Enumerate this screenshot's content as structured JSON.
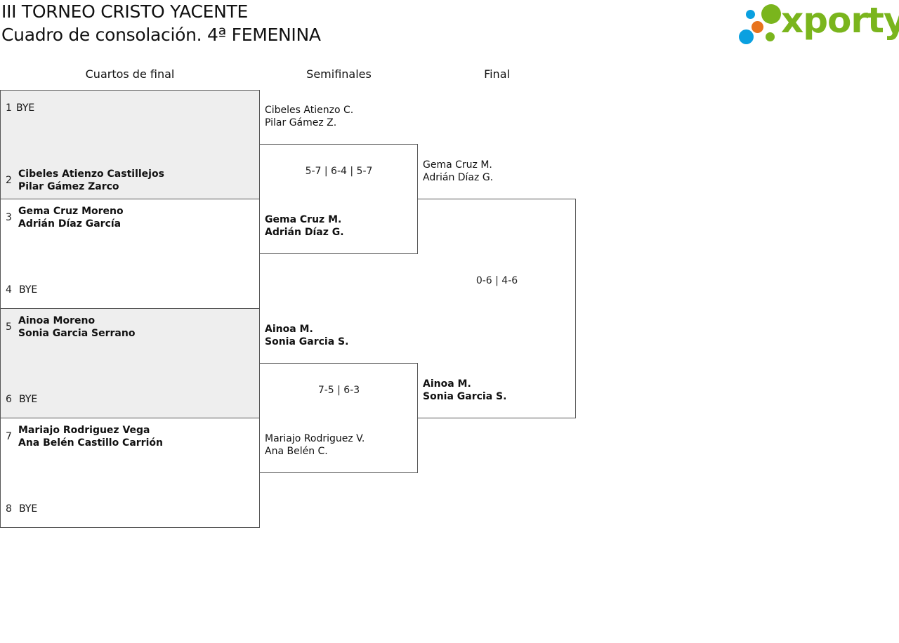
{
  "header": {
    "title_line1": "III TORNEO CRISTO YACENTE",
    "title_line2": "Cuadro de consolación. 4ª FEMENINA"
  },
  "logo": {
    "text": "xporty",
    "colors": {
      "green": "#7ab51d",
      "blue": "#0aa0e0",
      "orange": "#e8731c"
    }
  },
  "rounds": {
    "quarterfinals": "Cuartos de final",
    "semifinals": "Semifinales",
    "final": "Final"
  },
  "quarterfinals": [
    {
      "seed": "1",
      "players": [
        "BYE"
      ]
    },
    {
      "seed": "2",
      "players": [
        "Cibeles Atienzo Castillejos",
        "Pilar Gámez Zarco"
      ]
    },
    {
      "seed": "3",
      "players": [
        "Gema Cruz Moreno",
        "Adrián Díaz García"
      ]
    },
    {
      "seed": "4",
      "players": [
        "BYE"
      ]
    },
    {
      "seed": "5",
      "players": [
        "Ainoa Moreno",
        "Sonia Garcia Serrano"
      ]
    },
    {
      "seed": "6",
      "players": [
        "BYE"
      ]
    },
    {
      "seed": "7",
      "players": [
        "Mariajo Rodriguez Vega",
        "Ana Belén Castillo Carrión"
      ]
    },
    {
      "seed": "8",
      "players": [
        "BYE"
      ]
    }
  ],
  "semifinals": {
    "match1": {
      "top": [
        "Cibeles Atienzo C.",
        "Pilar Gámez Z."
      ],
      "score": "5-7 | 6-4 | 5-7",
      "bottom": [
        "Gema Cruz M.",
        "Adrián Díaz G."
      ]
    },
    "match2": {
      "top": [
        "Ainoa M.",
        "Sonia Garcia S."
      ],
      "score": "7-5 | 6-3",
      "bottom": [
        "Mariajo Rodriguez V.",
        "Ana Belén C."
      ]
    }
  },
  "final": {
    "top": [
      "Gema Cruz M.",
      "Adrián Díaz G."
    ],
    "score": "0-6 | 4-6",
    "bottom": [
      "Ainoa M.",
      "Sonia Garcia S."
    ]
  }
}
